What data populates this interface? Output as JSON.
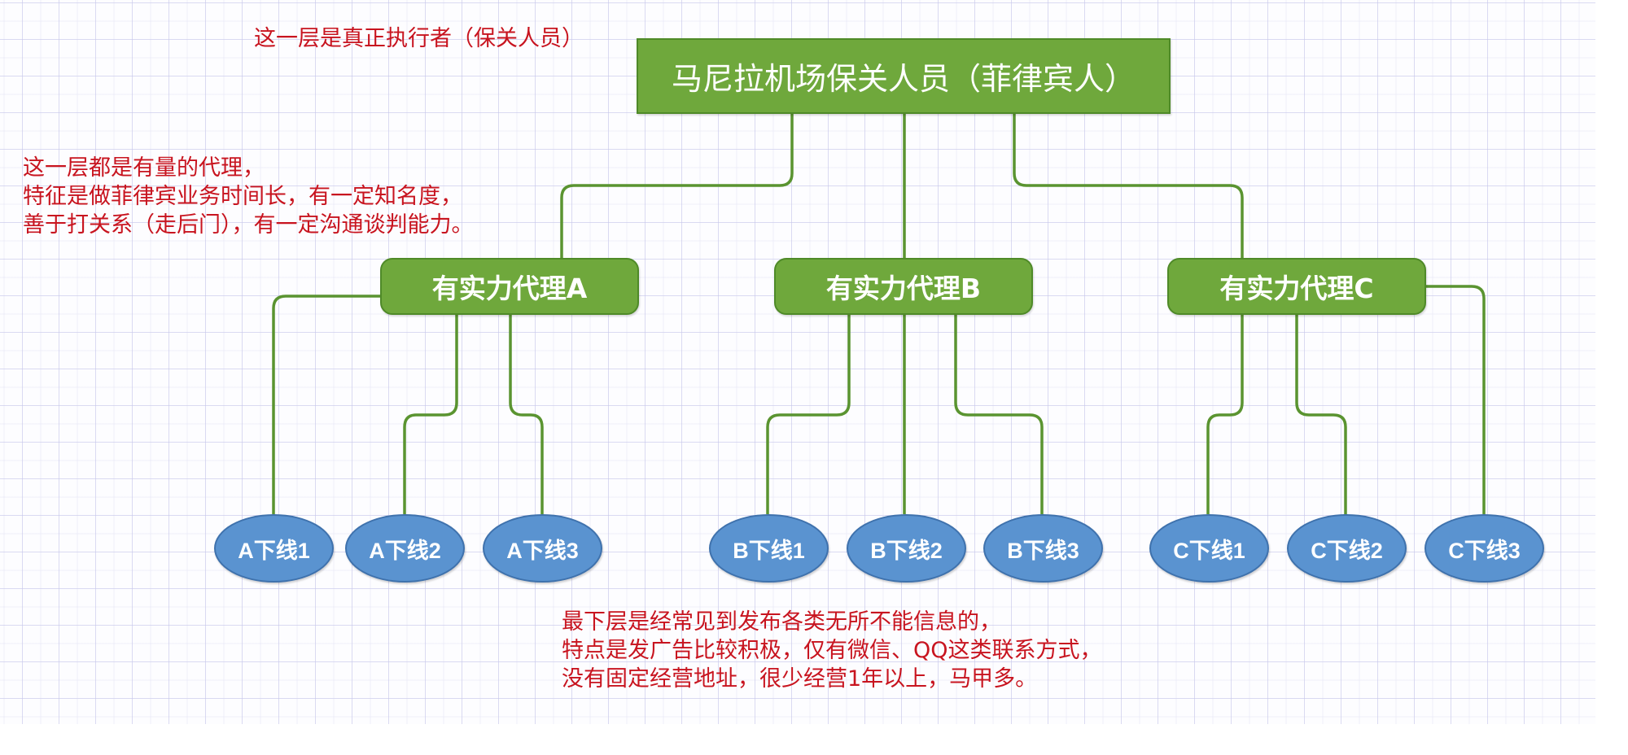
{
  "diagram": {
    "root": {
      "label": "马尼拉机场保关人员（菲律宾人）"
    },
    "agents": [
      {
        "id": "A",
        "label": "有实力代理A"
      },
      {
        "id": "B",
        "label": "有实力代理B"
      },
      {
        "id": "C",
        "label": "有实力代理C"
      }
    ],
    "downlines": [
      {
        "parent": "A",
        "label": "A下线1"
      },
      {
        "parent": "A",
        "label": "A下线2"
      },
      {
        "parent": "A",
        "label": "A下线3"
      },
      {
        "parent": "B",
        "label": "B下线1"
      },
      {
        "parent": "B",
        "label": "B下线2"
      },
      {
        "parent": "B",
        "label": "B下线3"
      },
      {
        "parent": "C",
        "label": "C下线1"
      },
      {
        "parent": "C",
        "label": "C下线2"
      },
      {
        "parent": "C",
        "label": "C下线3"
      }
    ]
  },
  "annotations": {
    "top_layer": "这一层是真正执行者（保关人员）",
    "middle_layer": [
      "这一层都是有量的代理，",
      "特征是做菲律宾业务时间长，有一定知名度，",
      "善于打关系（走后门），有一定沟通谈判能力。"
    ],
    "bottom_layer": [
      "最下层是经常见到发布各类无所不能信息的，",
      "特点是发广告比较积极，仅有微信、QQ这类联系方式，",
      "没有固定经营地址，很少经营1年以上，马甲多。"
    ]
  },
  "colors": {
    "root_fill": "#6fa83c",
    "agent_fill": "#6fa83c",
    "connector": "#5a9430",
    "downline_fill": "#5a93d0",
    "annotation_text": "#c8141f"
  }
}
